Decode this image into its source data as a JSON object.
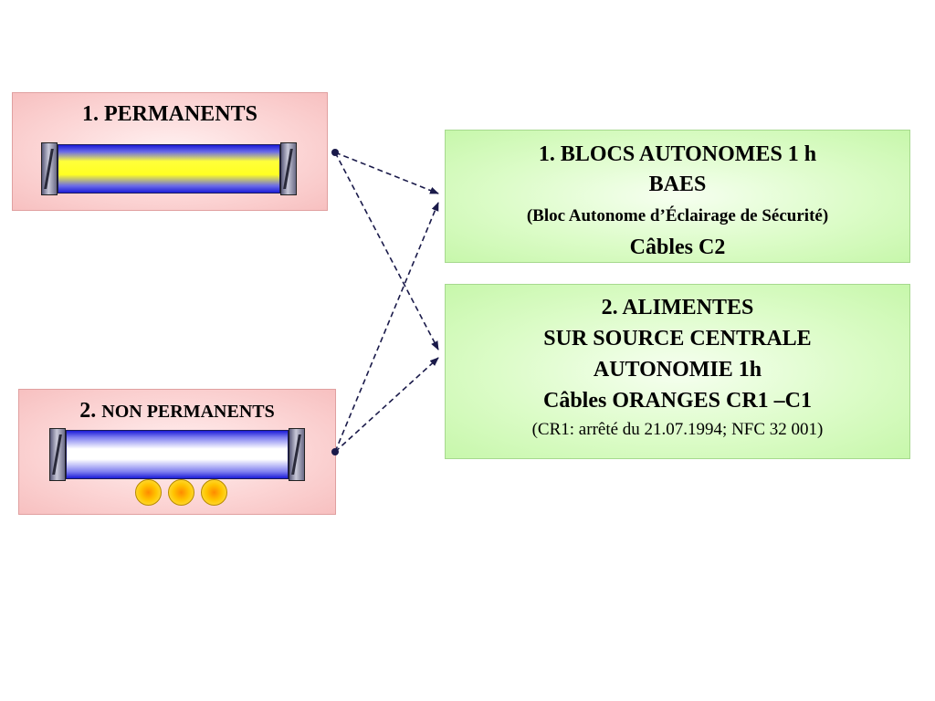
{
  "permanents": {
    "title": "1. PERMANENTS"
  },
  "non_permanents": {
    "title_num": "2.",
    "title_text": "NON PERMANENTS"
  },
  "baes": {
    "line1": "1. BLOCS AUTONOMES 1 h",
    "line2": "BAES",
    "line3": "(Bloc Autonome d’Éclairage de Sécurité)",
    "line4": "Câbles C2"
  },
  "central": {
    "line1": "2. ALIMENTES",
    "line2": "SUR SOURCE CENTRALE",
    "line3": "AUTONOMIE 1h",
    "line4": "Câbles ORANGES CR1 –C1",
    "line5": "(CR1: arrêté du 21.07.1994; NFC 32 001)"
  },
  "colors": {
    "pink_box": "#fcd6d6",
    "green_box": "#dcfcc8",
    "tube_blue": "#1c1cd8",
    "tube_yellow": "#ffff22",
    "bulb_orange": "#ffc400"
  }
}
